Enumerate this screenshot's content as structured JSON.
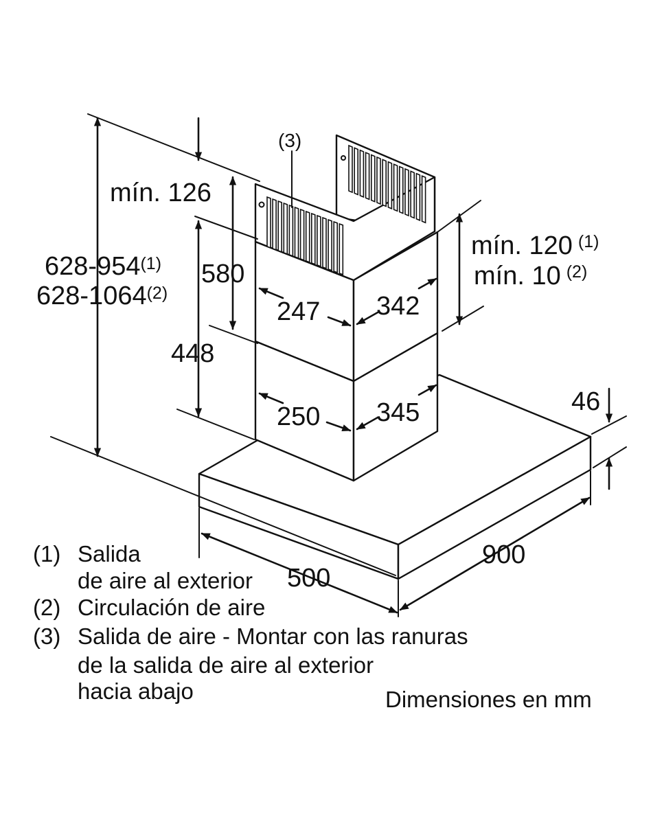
{
  "dimensions": {
    "total_height_1": "628-954",
    "total_height_1_note": "(1)",
    "total_height_2": "628-1064",
    "total_height_2_note": "(2)",
    "min_top": "mín. 126",
    "upper_chimney_height": "580",
    "lower_chimney_height": "448",
    "upper_width_front": "247",
    "upper_depth_side": "342",
    "lower_width_front": "250",
    "lower_depth_side": "345",
    "min_right_1": "mín. 120",
    "min_right_1_note": "(1)",
    "min_right_2": "mín. 10",
    "min_right_2_note": "(2)",
    "canopy_thickness": "46",
    "canopy_width": "900",
    "canopy_depth": "500",
    "slot_callout": "(3)"
  },
  "legend": [
    {
      "marker": "(1)",
      "lines": [
        "Salida",
        "de aire al exterior"
      ]
    },
    {
      "marker": "(2)",
      "lines": [
        "Circulación de aire"
      ]
    },
    {
      "marker": "(3)",
      "lines": [
        "Salida de aire - Montar con las ranuras",
        "de la salida de aire al exterior",
        "hacia abajo"
      ]
    }
  ],
  "units_note": "Dimensiones en mm"
}
